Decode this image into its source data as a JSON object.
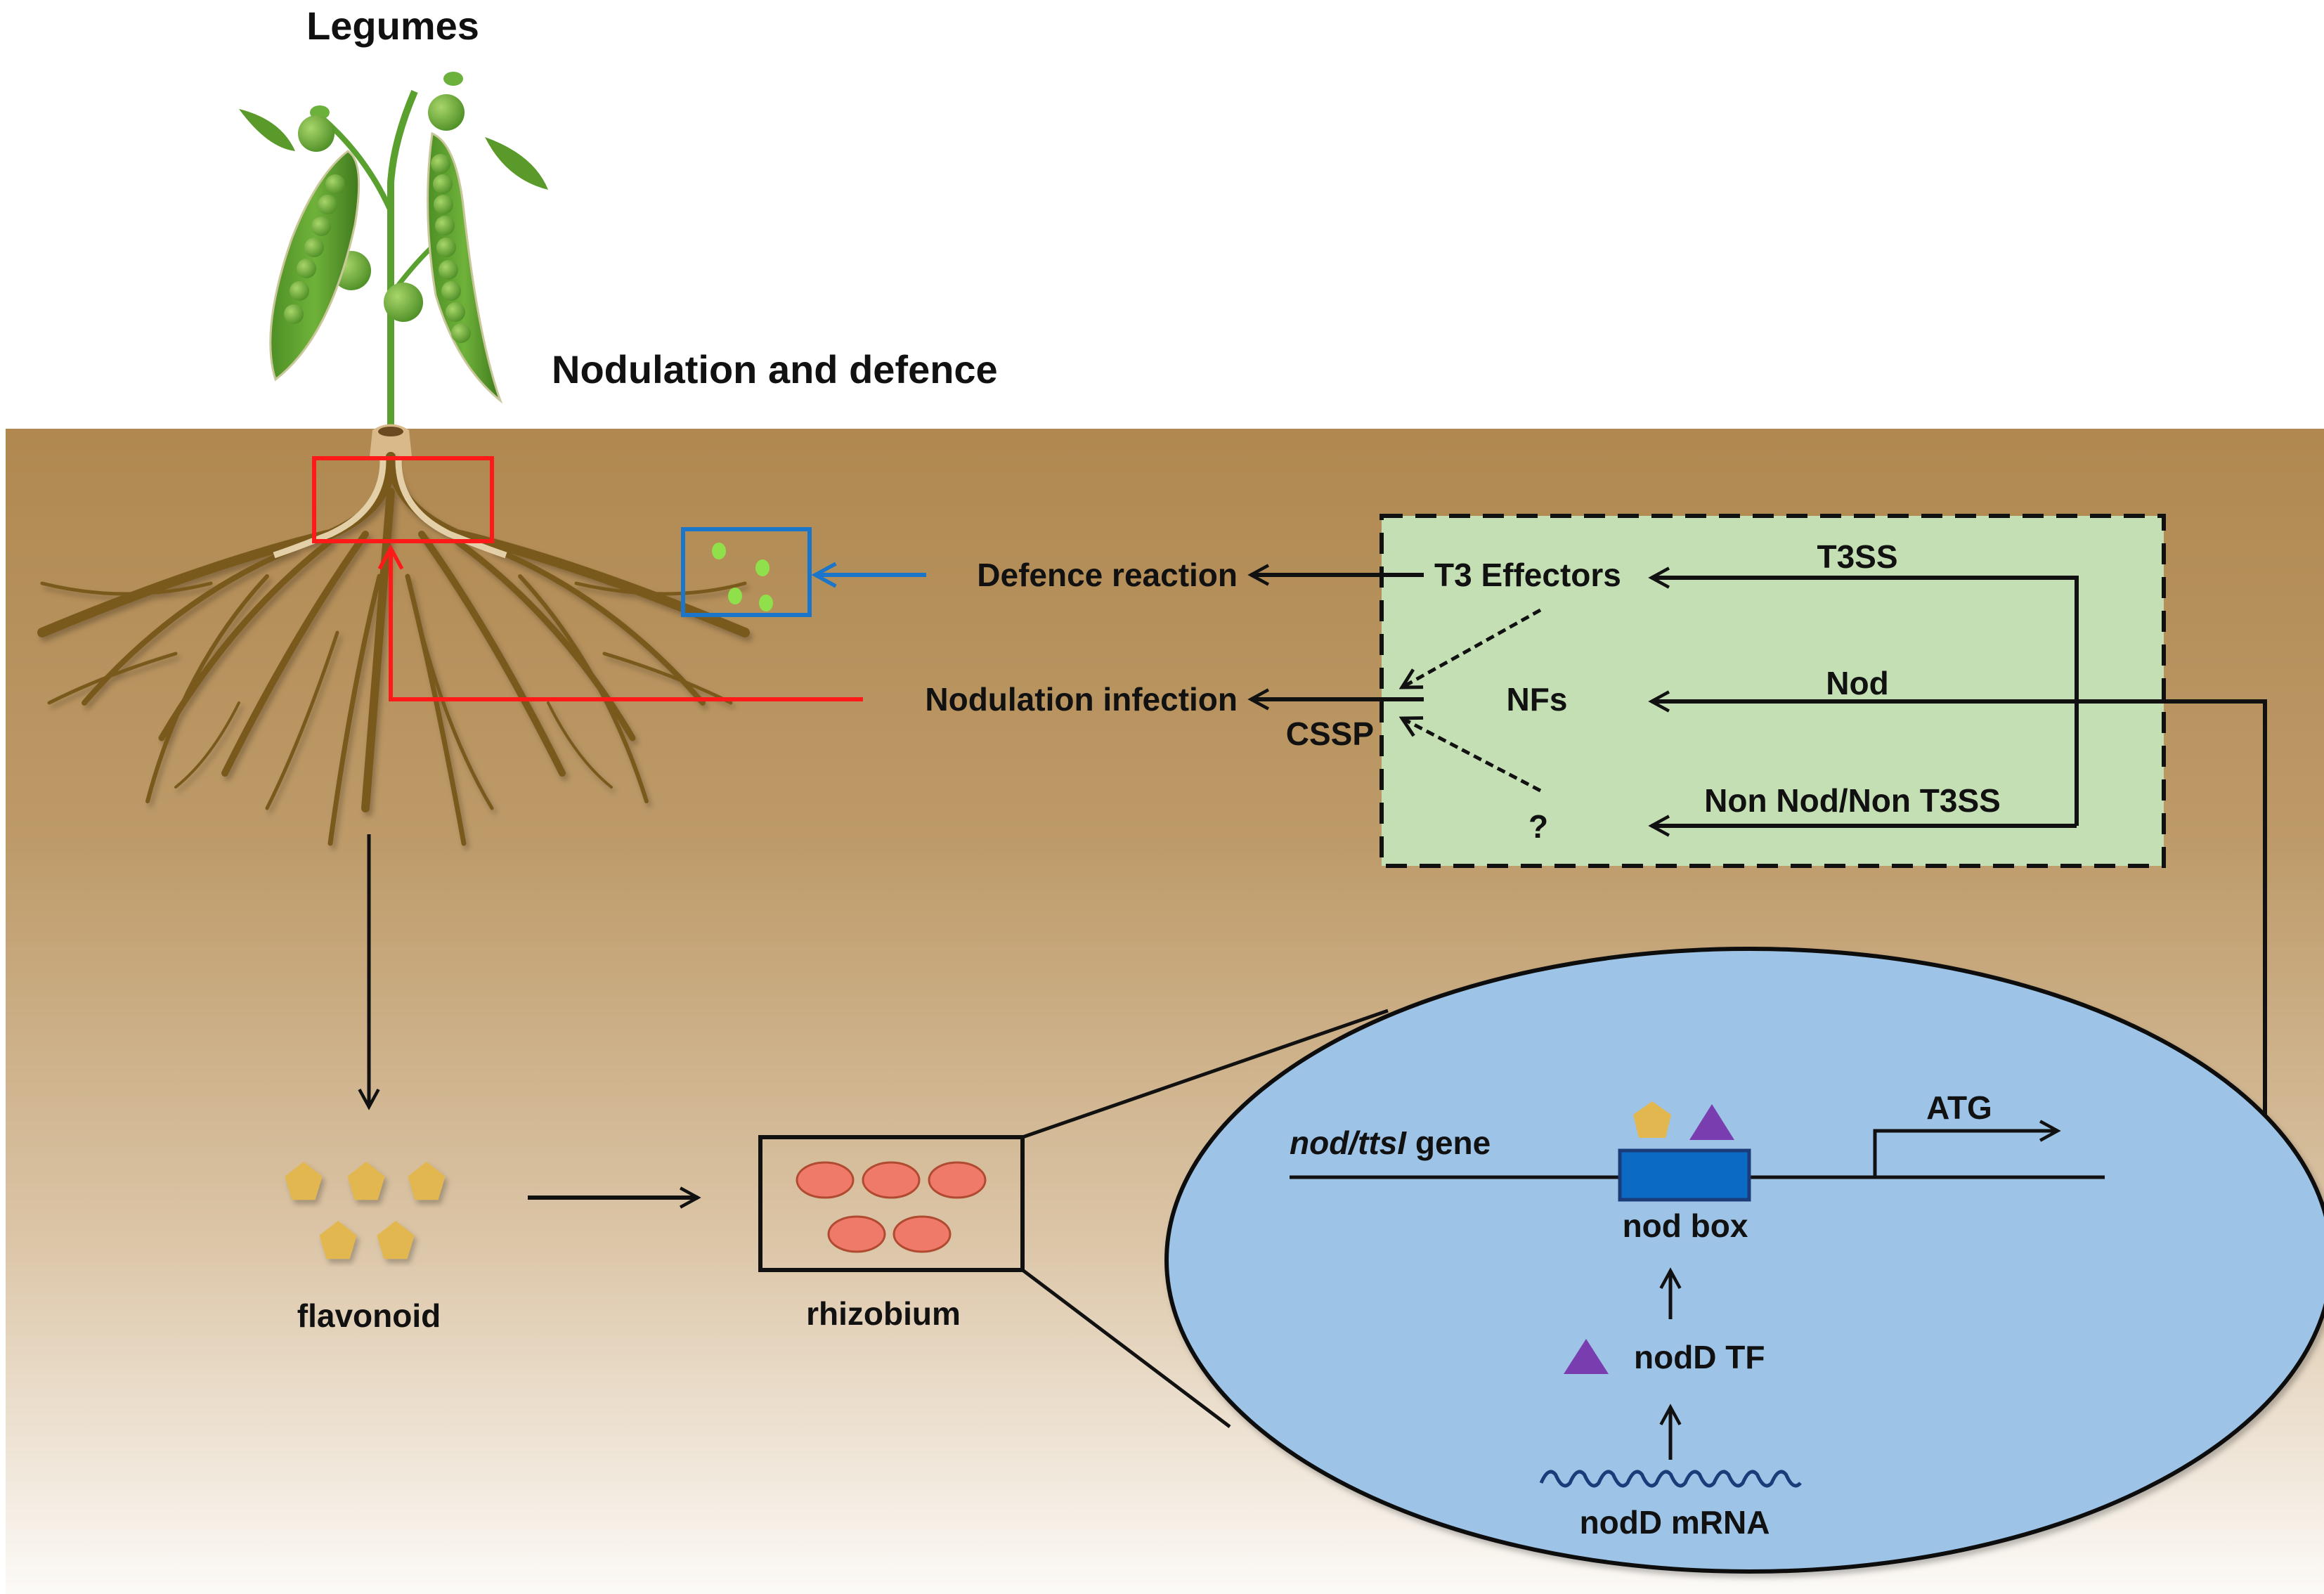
{
  "title": "Legumes",
  "subtitle": "Nodulation and defence",
  "colors": {
    "soil_top": "#b08850",
    "soil_bottom": "#fbf8f4",
    "root": "#7a5a1c",
    "red_box": "#ff1a1a",
    "blue_box": "#1b75c8",
    "green_panel": "#c5dfb5",
    "oval_fill": "#9dc3e6",
    "nod_box_fill": "#0b6bc4",
    "flavonoid": "#e3b74f",
    "rhizobium": "#f07a6a",
    "nodD_triangle": "#7a3db0",
    "pea_green": "#5aa02e"
  },
  "plant": {
    "outputs": [
      {
        "label": "Defence reaction",
        "connector_color": "blue"
      },
      {
        "label": "Nodulation infection",
        "connector_color": "red"
      }
    ]
  },
  "signal_panel": {
    "items": {
      "t3_effectors": "T3 Effectors",
      "nfs": "NFs",
      "unknown": "?",
      "cssp": "CSSP"
    },
    "pathways": {
      "t3ss": "T3SS",
      "nod": "Nod",
      "non": "Non Nod/Non T3SS"
    }
  },
  "flow": {
    "flavonoid": "flavonoid",
    "rhizobium": "rhizobium",
    "flavonoid_count": 5,
    "rhizobium_count": 5
  },
  "cell": {
    "gene_label_italic": "nod/ttsI",
    "gene_label_rest": " gene",
    "atg": "ATG",
    "nod_box": "nod box",
    "nodD_tf": "nodD TF",
    "nodD_mrna": "nodD mRNA"
  }
}
